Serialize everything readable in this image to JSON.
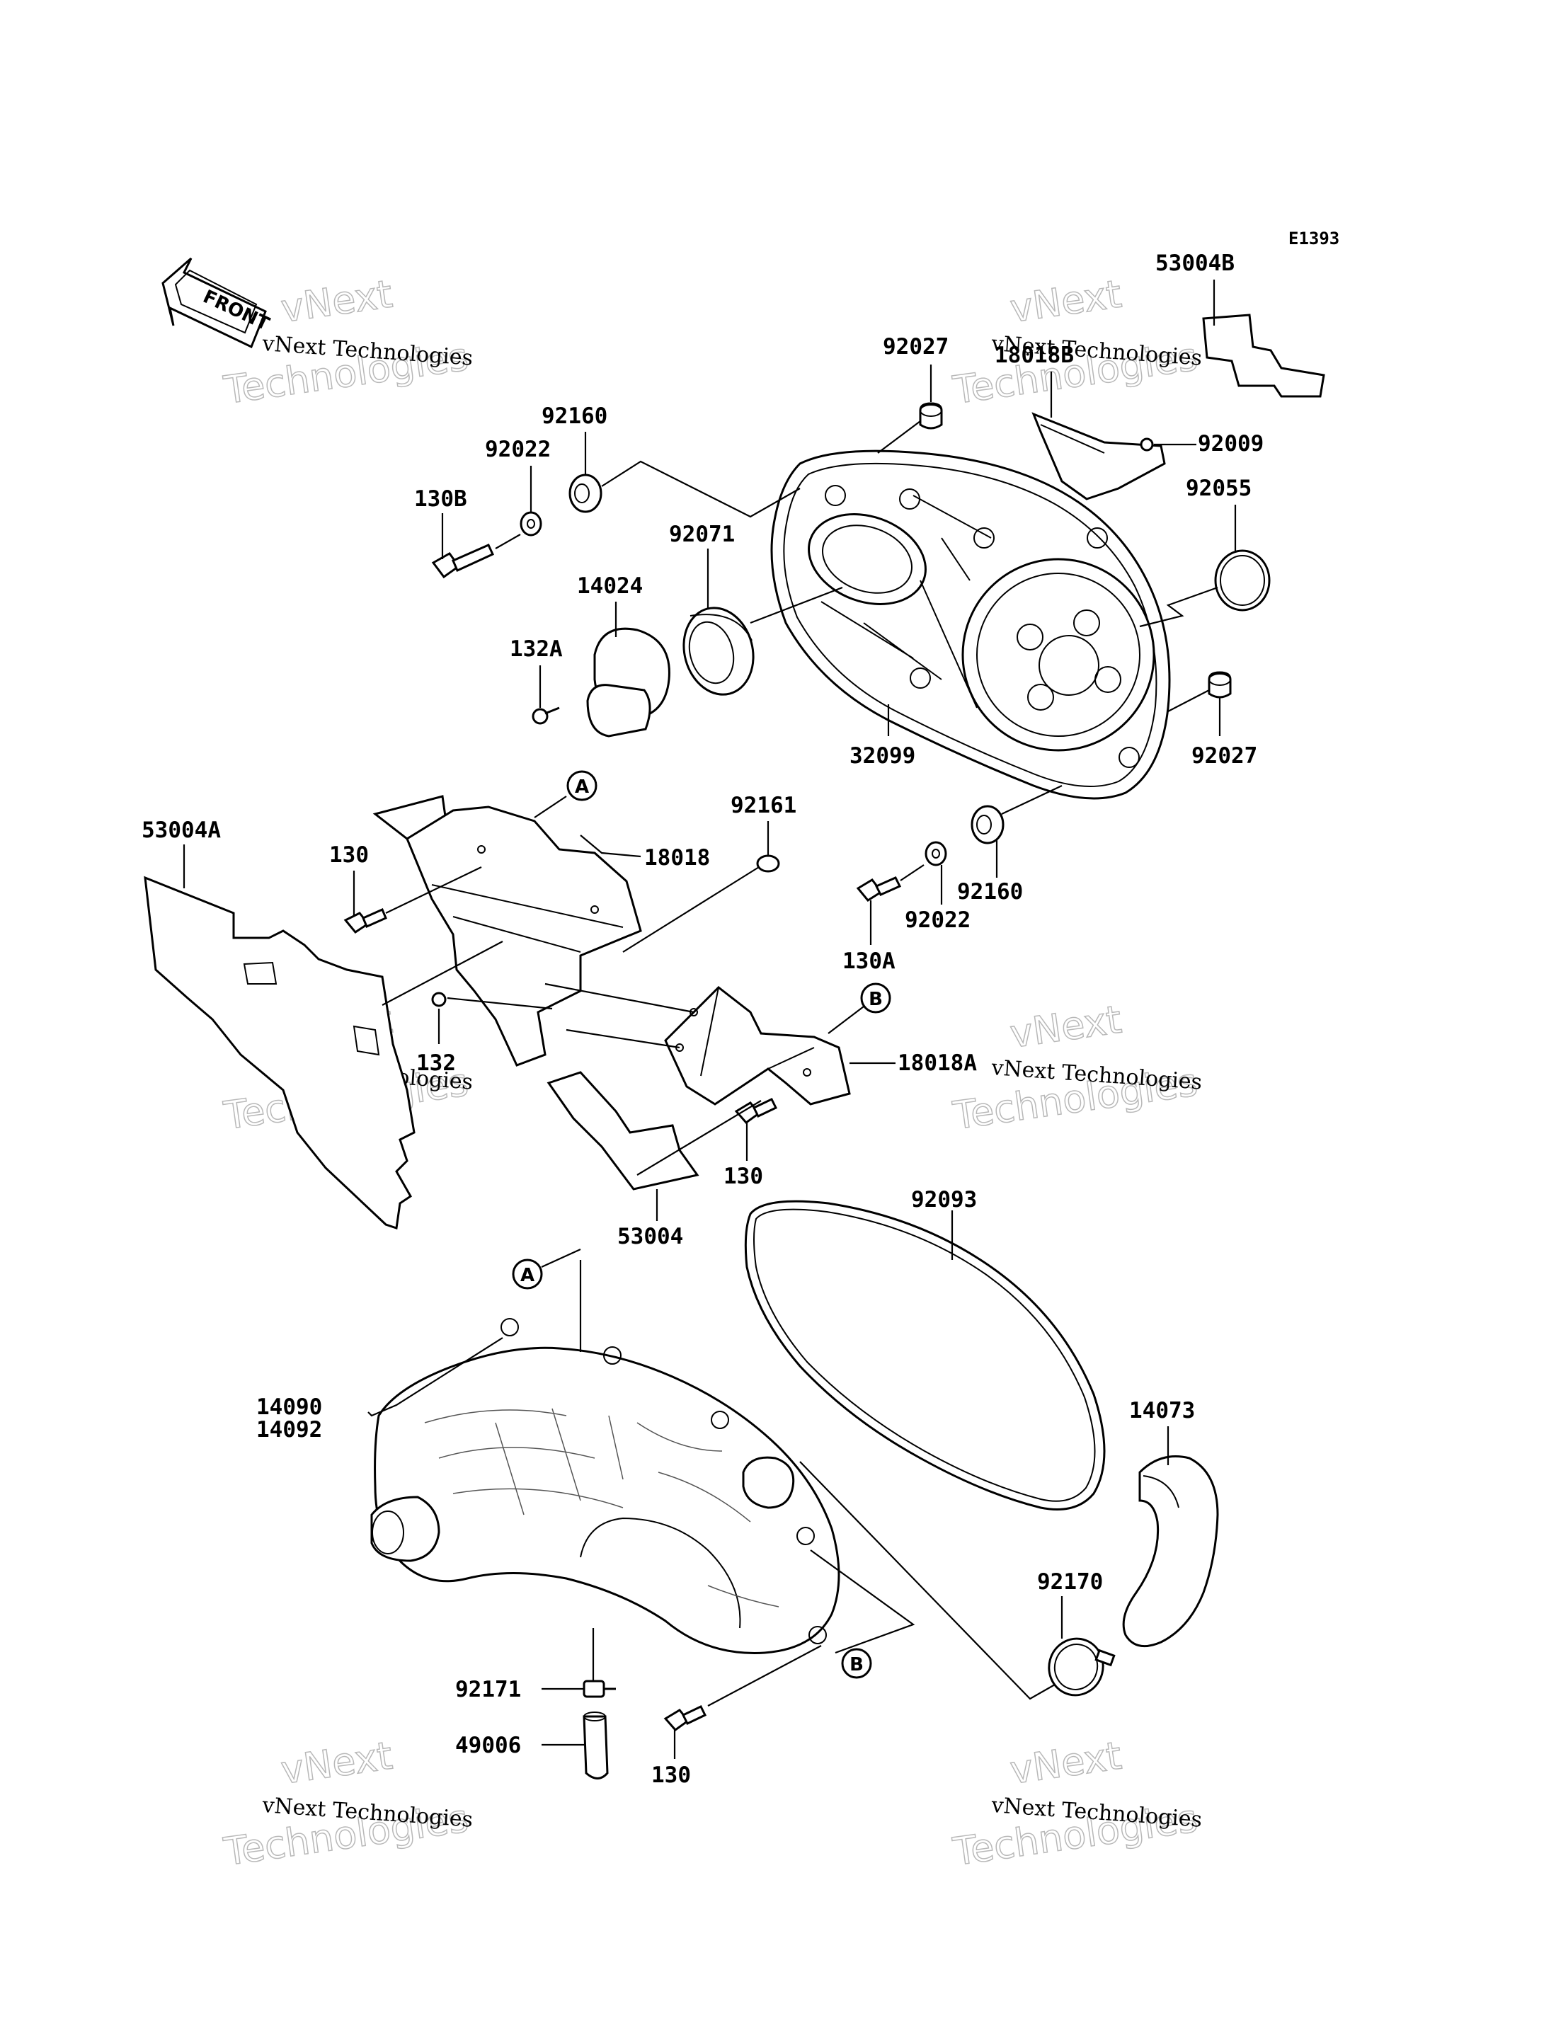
{
  "diagram_code": "E1393",
  "front_marker": "FRONT",
  "watermark": {
    "line1": "vNext Technologies",
    "line2a": "vNext",
    "line2b": "Technologies"
  },
  "ref_markers": {
    "a": "A",
    "b": "B"
  },
  "parts": {
    "p53004B": "53004B",
    "p92027_top": "92027",
    "p18018B": "18018B",
    "p92009": "92009",
    "p92055": "92055",
    "p92160_top": "92160",
    "p92022_top": "92022",
    "p130B": "130B",
    "p92071": "92071",
    "p14024": "14024",
    "p132A": "132A",
    "p32099": "32099",
    "p92027_right": "92027",
    "p92161": "92161",
    "p53004A": "53004A",
    "p130_left": "130",
    "p18018": "18018",
    "p92160_bot": "92160",
    "p92022_bot": "92022",
    "p130A": "130A",
    "p132": "132",
    "p18018A": "18018A",
    "p130_mid": "130",
    "p53004": "53004",
    "p92093": "92093",
    "p14090": "14090",
    "p14092": "14092",
    "p14073": "14073",
    "p92170": "92170",
    "p92171": "92171",
    "p49006": "49006",
    "p130_bot": "130"
  }
}
